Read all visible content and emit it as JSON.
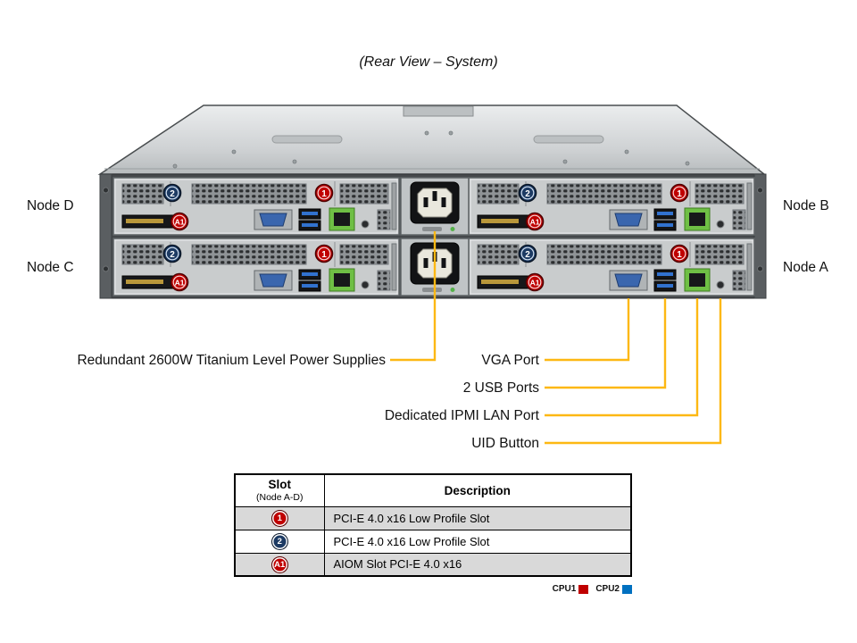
{
  "title": "(Rear View – System)",
  "nodes": {
    "top_left": "Node D",
    "top_right": "Node B",
    "bottom_left": "Node C",
    "bottom_right": "Node A"
  },
  "chassis": {
    "badges": {
      "slot1": "1",
      "slot2": "2",
      "aiom": "A1"
    }
  },
  "callouts": {
    "psu": "Redundant 2600W Titanium Level Power Supplies",
    "vga": "VGA Port",
    "usb": "2 USB Ports",
    "ipmi": "Dedicated IPMI LAN Port",
    "uid": "UID Button"
  },
  "table": {
    "header": {
      "slot_line1": "Slot",
      "slot_line2": "(Node A-D)",
      "description": "Description"
    },
    "rows": [
      {
        "badge": "1",
        "badge_color": "#c00000",
        "description": "PCI-E 4.0 x16 Low Profile Slot"
      },
      {
        "badge": "2",
        "badge_color": "#1c3a63",
        "description": "PCI-E 4.0 x16 Low Profile Slot"
      },
      {
        "badge": "A1",
        "badge_color": "#c00000",
        "description": "AIOM Slot PCI-E 4.0 x16"
      }
    ]
  },
  "legend": [
    {
      "label": "CPU1",
      "color": "#c00000"
    },
    {
      "label": "CPU2",
      "color": "#0070c0"
    }
  ],
  "colors": {
    "callout": "#fdb813",
    "badge_red": "#c00000",
    "badge_blue": "#1c3a63"
  }
}
